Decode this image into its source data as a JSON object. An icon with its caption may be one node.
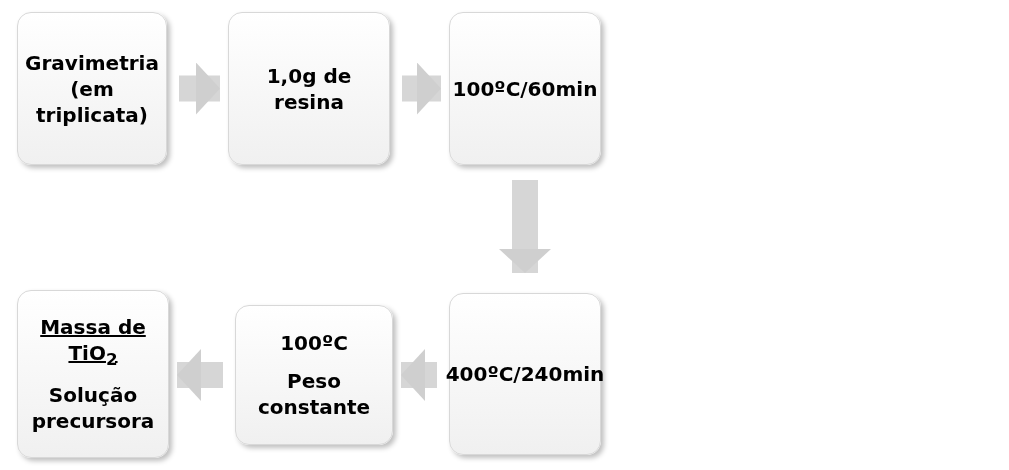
{
  "diagram": {
    "nodes": [
      {
        "text": [
          "Gravimetria (em triplicata)"
        ]
      },
      {
        "text": [
          "1,0g de resina"
        ]
      },
      {
        "text": [
          "100ºC/60min"
        ]
      },
      {
        "text": [
          "400ºC/240min"
        ]
      },
      {
        "text": [
          "100ºC",
          "Peso constante"
        ]
      },
      {
        "text": [
          "Massa de TiO$_{2}$",
          "Solução precursora"
        ]
      }
    ],
    "edges": [
      {
        "from": 0,
        "to": 1,
        "arrow": "to"
      },
      {
        "from": 1,
        "to": 2,
        "arrow": "to"
      },
      {
        "from": 2,
        "to": 3,
        "arrow": "to"
      },
      {
        "from": 3,
        "to": 4,
        "arrow": "to"
      },
      {
        "from": 4,
        "to": 5,
        "arrow": "to"
      }
    ]
  }
}
